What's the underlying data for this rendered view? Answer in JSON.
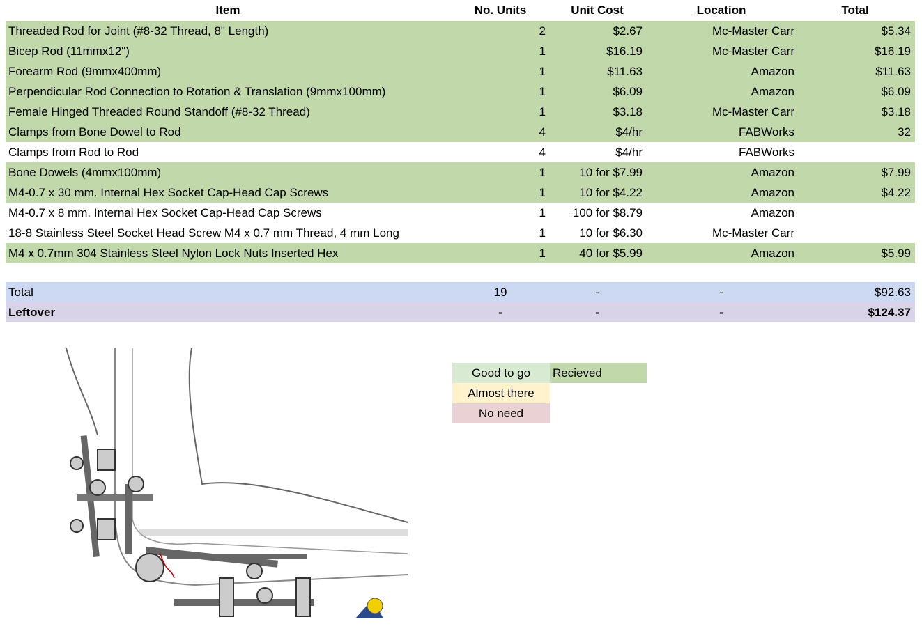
{
  "headers": {
    "item": "Item",
    "units": "No. Units",
    "cost": "Unit Cost",
    "location": "Location",
    "total": "Total"
  },
  "rows": [
    {
      "item": "Threaded Rod for Joint (#8-32 Thread, 8\" Length)",
      "units": "2",
      "cost": "$2.67",
      "location": "Mc-Master Carr",
      "total": "$5.34",
      "status": "received"
    },
    {
      "item": "Bicep Rod (11mmx12\")",
      "units": "1",
      "cost": "$16.19",
      "location": "Mc-Master Carr",
      "total": "$16.19",
      "status": "received"
    },
    {
      "item": "Forearm Rod (9mmx400mm)",
      "units": "1",
      "cost": "$11.63",
      "location": "Amazon",
      "total": "$11.63",
      "status": "received"
    },
    {
      "item": "Perpendicular Rod Connection to Rotation & Translation (9mmx100mm)",
      "units": "1",
      "cost": "$6.09",
      "location": "Amazon",
      "total": "$6.09",
      "status": "received"
    },
    {
      "item": "Female Hinged Threaded Round Standoff (#8-32 Thread)",
      "units": "1",
      "cost": "$3.18",
      "location": "Mc-Master Carr",
      "total": "$3.18",
      "status": "received"
    },
    {
      "item": "Clamps from Bone Dowel to Rod",
      "units": "4",
      "cost": "$4/hr",
      "location": "FABWorks",
      "total": "32",
      "status": "received"
    },
    {
      "item": "Clamps from Rod to Rod",
      "units": "4",
      "cost": "$4/hr",
      "location": "FABWorks",
      "total": "",
      "status": "none"
    },
    {
      "item": "Bone Dowels (4mmx100mm)",
      "units": "1",
      "cost": "10 for $7.99",
      "location": "Amazon",
      "total": "$7.99",
      "status": "received"
    },
    {
      "item": "M4-0.7 x 30 mm. Internal Hex Socket Cap-Head Cap Screws",
      "units": "1",
      "cost": "10 for $4.22",
      "location": "Amazon",
      "total": "$4.22",
      "status": "received"
    },
    {
      "item": "M4-0.7 x 8 mm. Internal Hex Socket Cap-Head Cap Screws",
      "units": "1",
      "cost": "100 for $8.79",
      "location": "Amazon",
      "total": "",
      "status": "none"
    },
    {
      "item": "18-8 Stainless Steel Socket Head Screw M4 x 0.7 mm Thread, 4 mm Long",
      "units": "1",
      "cost": "10 for $6.30",
      "location": "Mc-Master Carr",
      "total": "",
      "status": "none"
    },
    {
      "item": "M4 x 0.7mm 304 Stainless Steel Nylon Lock Nuts Inserted Hex",
      "units": "1",
      "cost": "40 for $5.99",
      "location": "Amazon",
      "total": "$5.99",
      "status": "received"
    }
  ],
  "summary": {
    "total": {
      "label": "Total",
      "units": "19",
      "cost": "-",
      "location": "-",
      "total": "$92.63"
    },
    "leftover": {
      "label": "Leftover",
      "units": "-",
      "cost": "-",
      "location": "-",
      "total": "$124.37"
    }
  },
  "legend": {
    "good": "Good to go",
    "received": "Recieved",
    "almost": "Almost there",
    "no_need": "No need"
  },
  "colors": {
    "received": "#c0d8aa",
    "good": "#d9ead3",
    "almost": "#fff2cc",
    "no_need": "#ead1d4",
    "total": "#cdd8f3",
    "leftover": "#d9d3e8"
  }
}
